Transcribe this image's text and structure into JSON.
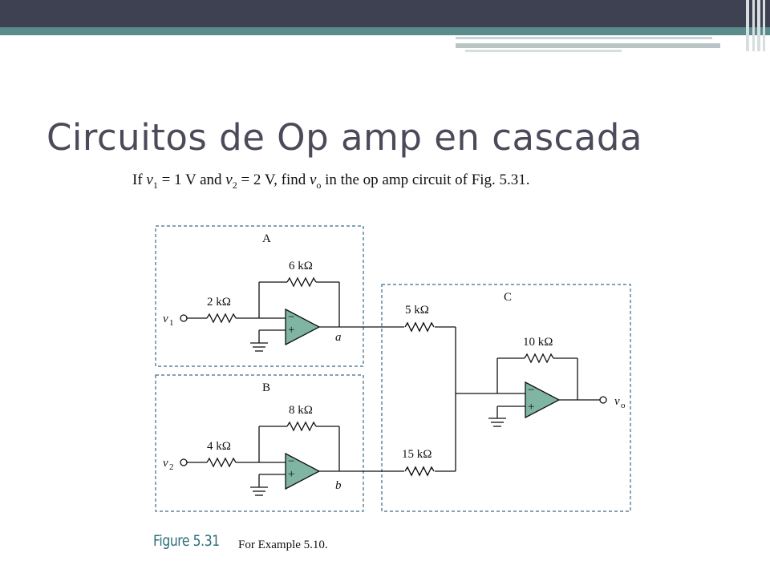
{
  "slide": {
    "title": "Circuitos de Op amp en cascada"
  },
  "problem": {
    "prefix": "If ",
    "v1_symbol": "v",
    "v1_sub": "1",
    "v1_value": " = 1 V and ",
    "v2_symbol": "v",
    "v2_sub": "2",
    "v2_value": " = 2 V, find ",
    "vo_symbol": "v",
    "vo_sub": "o",
    "suffix": " in the op amp circuit of Fig. 5.31."
  },
  "circuit": {
    "block_a": {
      "label": "A",
      "input_symbol": "v",
      "input_sub": "1",
      "input_resistor": "2 kΩ",
      "feedback_resistor": "6 kΩ",
      "output_node": "a"
    },
    "block_b": {
      "label": "B",
      "input_symbol": "v",
      "input_sub": "2",
      "input_resistor": "4 kΩ",
      "feedback_resistor": "8 kΩ",
      "output_node": "b"
    },
    "block_c": {
      "label": "C",
      "resistor_from_a": "5 kΩ",
      "resistor_from_b": "15 kΩ",
      "feedback_resistor": "10 kΩ",
      "output_symbol": "v",
      "output_sub": "o"
    },
    "opamp_minus": "−",
    "opamp_plus": "+"
  },
  "figure": {
    "number": "Figure 5.31",
    "caption": "For Example 5.10."
  },
  "colors": {
    "topbar": "#3e4152",
    "accent_teal": "#5a8c8c",
    "opamp_fill": "#7fb5a2",
    "figure_label": "#2d6e7a",
    "title_text": "#4a4a5a"
  }
}
